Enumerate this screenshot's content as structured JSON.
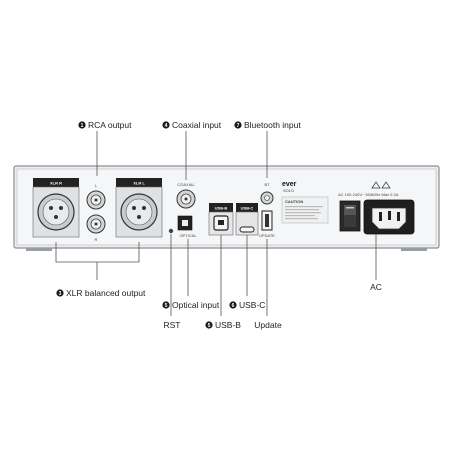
{
  "callouts": {
    "rca_output": {
      "num": "1",
      "label": "RCA output"
    },
    "coaxial_input": {
      "num": "4",
      "label": "Coaxial input"
    },
    "bluetooth_input": {
      "num": "7",
      "label": "Bluetooth input"
    },
    "xlr_balanced": {
      "num": "3",
      "label": "XLR balanced output"
    },
    "optical_input": {
      "num": "5",
      "label": "Optical  input"
    },
    "usb_c": {
      "num": "6",
      "label": "USB-C"
    },
    "usb_b": {
      "num": "5",
      "label": "USB-B"
    },
    "rst": {
      "label": "RST"
    },
    "update": {
      "label": "Update"
    },
    "ac": {
      "label": "AC"
    }
  },
  "panel": {
    "xlr_r": "XLR R",
    "xlr_l": "XLR L",
    "rca_l": "L",
    "rca_r": "R",
    "coaxial": "COAXIAL",
    "optical": "OPTICAL",
    "usb_b": "USB-B",
    "usb_c": "USB-C",
    "update": "UPDATE",
    "bt": "BT",
    "logo_line1": "ever",
    "logo_line2": "SOLO",
    "caution": "CAUTION",
    "ac_rating": "AC 100-240V~ 50/60Hz Max 0.2A"
  }
}
